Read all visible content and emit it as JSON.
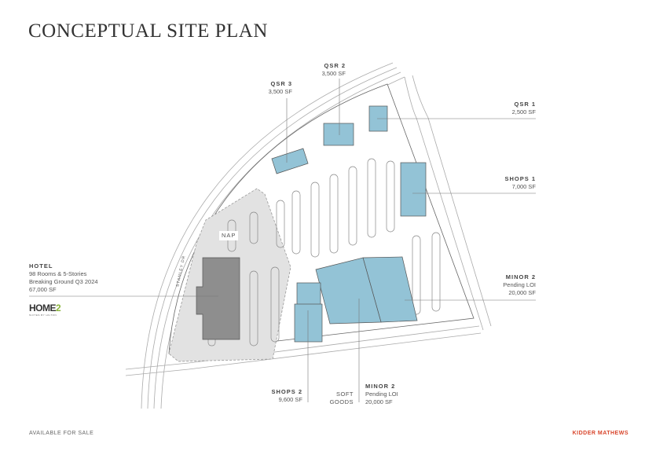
{
  "title": "CONCEPTUAL SITE PLAN",
  "colors": {
    "building": "#93c3d6",
    "hotel_building": "#8e8e8e",
    "nap_area": "#e2e2e2",
    "brand": "#d8452b",
    "logo_accent": "#8ab43c"
  },
  "labels": {
    "qsr2": {
      "name": "QSR 2",
      "size": "3,500 SF"
    },
    "qsr3": {
      "name": "QSR 3",
      "size": "3,500 SF"
    },
    "qsr1": {
      "name": "QSR 1",
      "size": "2,500 SF"
    },
    "shops1": {
      "name": "SHOPS 1",
      "size": "7,000 SF"
    },
    "minor2_right": {
      "name": "MINOR 2",
      "status": "Pending LOI",
      "size": "20,000 SF"
    },
    "hotel": {
      "name": "HOTEL",
      "line1": "98 Rooms & 5-Stories",
      "line2": "Breaking Ground Q3 2024",
      "size": "67,000 SF"
    },
    "shops2": {
      "name": "SHOPS 2",
      "size": "9,600 SF"
    },
    "soft_goods": {
      "line1": "SOFT",
      "line2": "GOODS"
    },
    "minor2_bottom": {
      "name": "MINOR 2",
      "status": "Pending LOI",
      "size": "20,000 SF"
    },
    "nap": "NAP",
    "street": "STANLEY DR"
  },
  "logo": {
    "text": "HOME",
    "number": "2",
    "tagline": "SUITES BY HILTON"
  },
  "footer": {
    "left": "AVAILABLE FOR SALE",
    "right": "KIDDER MATHEWS"
  }
}
